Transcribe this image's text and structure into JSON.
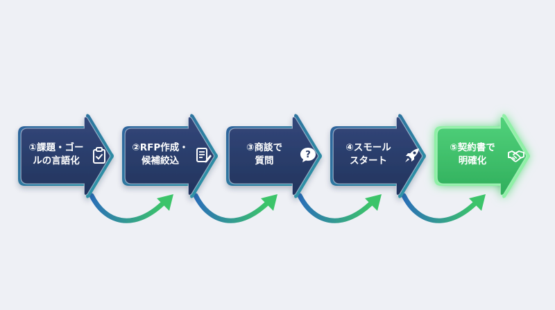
{
  "steps": [
    {
      "line1": "①課題・ゴー",
      "line2": "ルの言語化",
      "icon": "clipboard-check-icon"
    },
    {
      "line1": "②RFP作成・",
      "line2": "候補絞込",
      "icon": "document-pen-icon"
    },
    {
      "line1": "③商談で",
      "line2": "質問",
      "icon": "question-bubble-icon"
    },
    {
      "line1": "④スモール",
      "line2": "スタート",
      "icon": "rocket-icon"
    },
    {
      "line1": "⑤契約書で",
      "line2": "明確化",
      "icon": "handshake-icon"
    }
  ],
  "colors": {
    "background": "#eef0f5",
    "arrow_fill": "#283a66",
    "arrow_border": "#2f7fa0",
    "final_fill": "#3fc06a",
    "final_border": "#7ee89a",
    "connector_start": "#2a6fb8",
    "connector_end": "#3cc46a",
    "text": "#ffffff"
  }
}
